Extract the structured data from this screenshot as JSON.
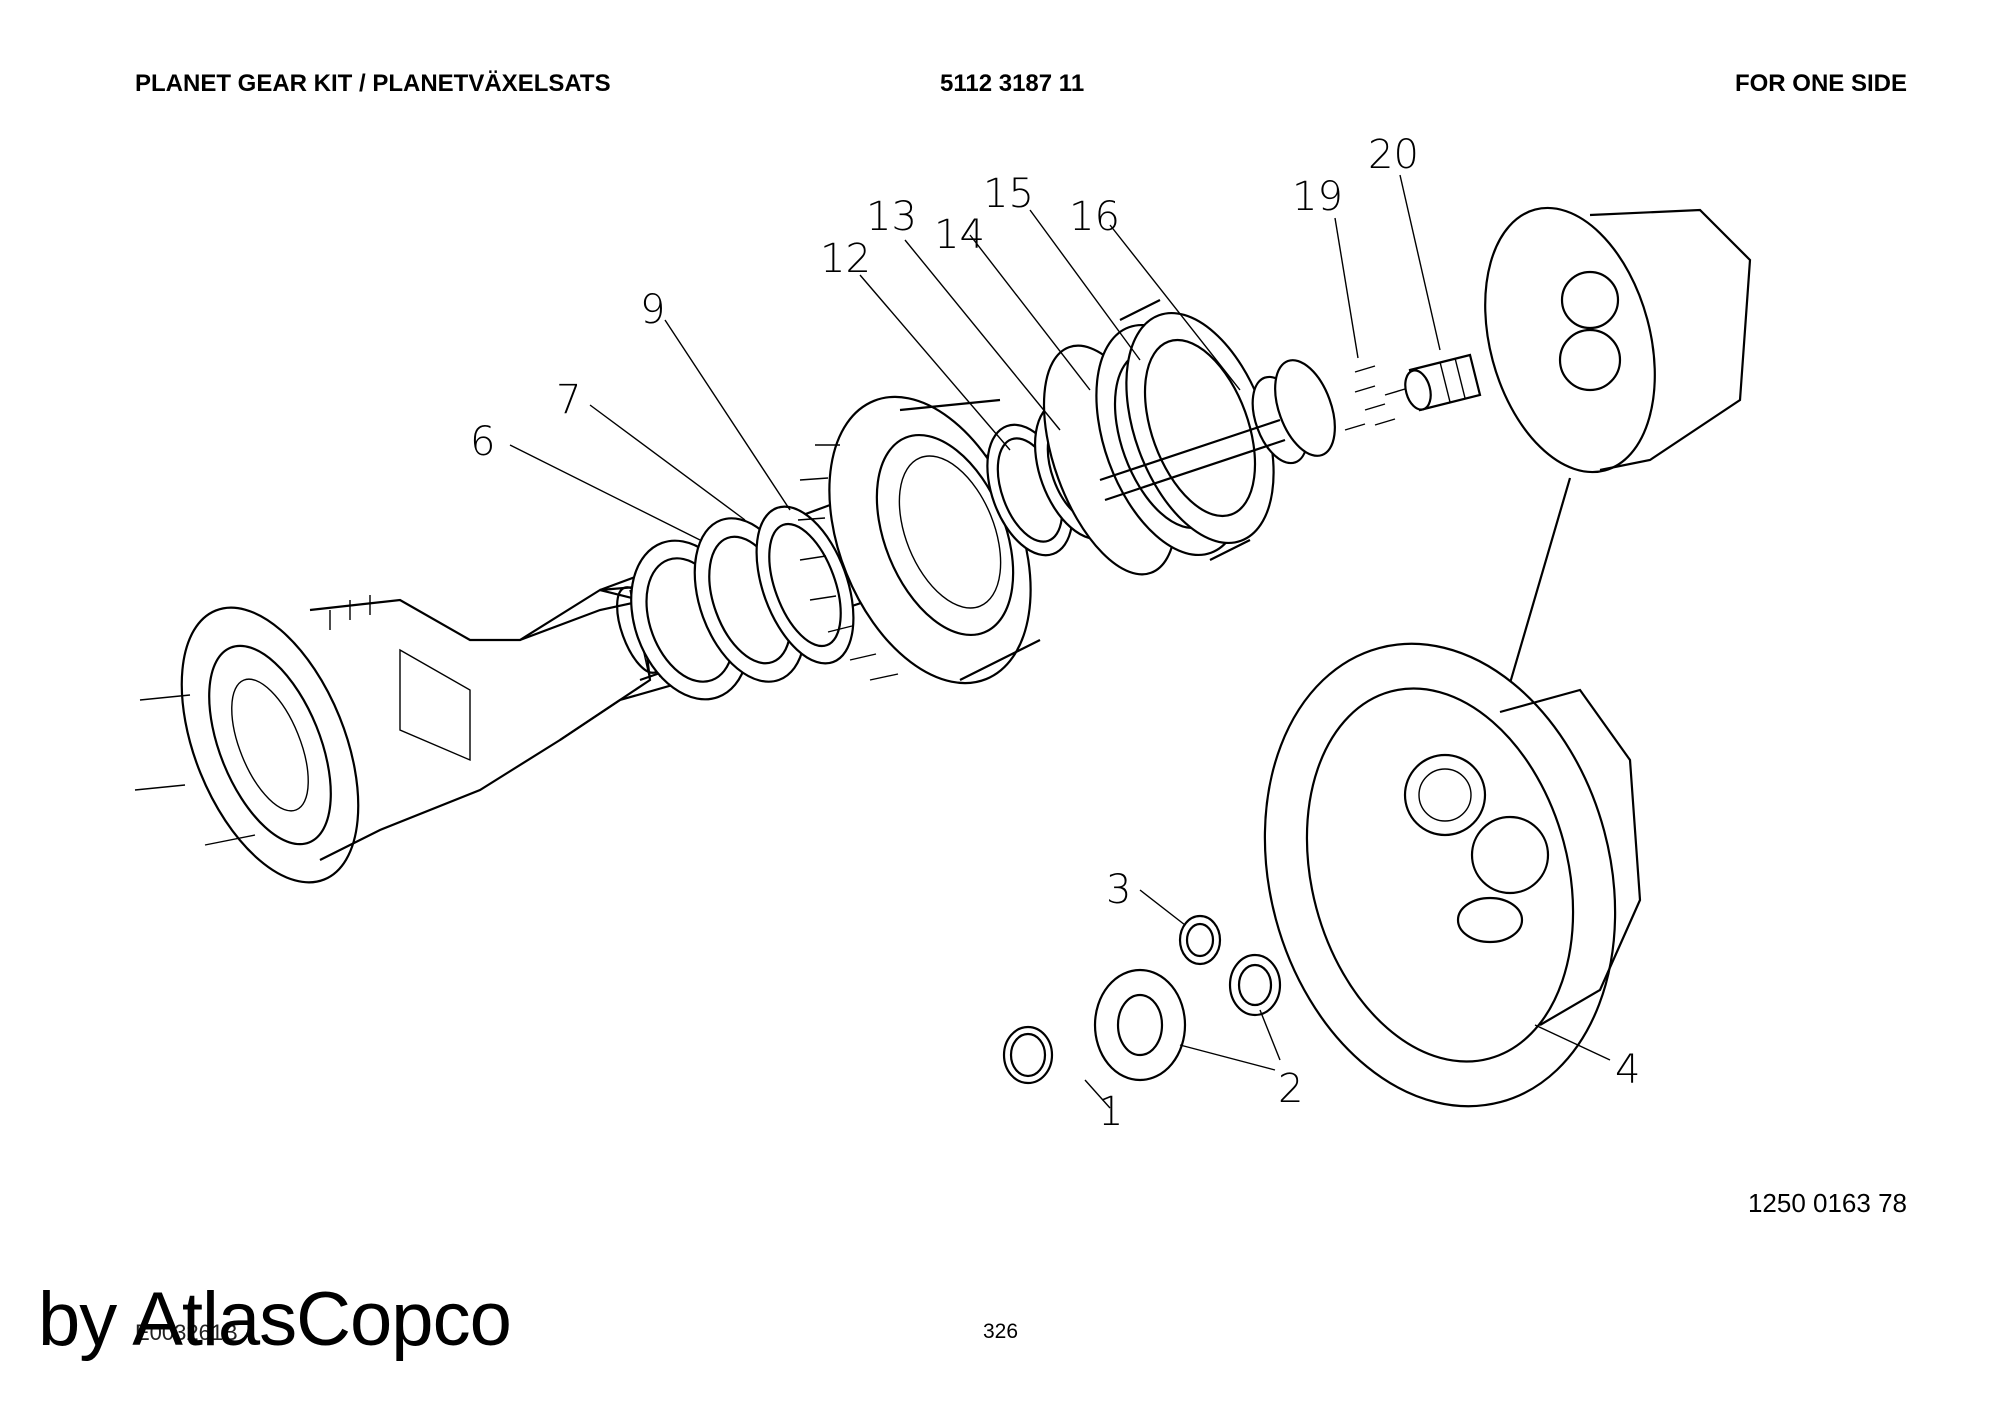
{
  "header": {
    "title": "PLANET GEAR KIT / PLANETVÄXELSATS",
    "part_number": "5112 3187 11",
    "scope": "FOR ONE SIDE"
  },
  "drawing": {
    "callouts": [
      "1",
      "2",
      "3",
      "4",
      "6",
      "7",
      "9",
      "12",
      "13",
      "14",
      "15",
      "16",
      "19",
      "20"
    ]
  },
  "footer": {
    "reference_number": "1250 0163 78",
    "document_id": "E003261B",
    "page_number": "326",
    "watermark": "by AtlasCopco"
  }
}
